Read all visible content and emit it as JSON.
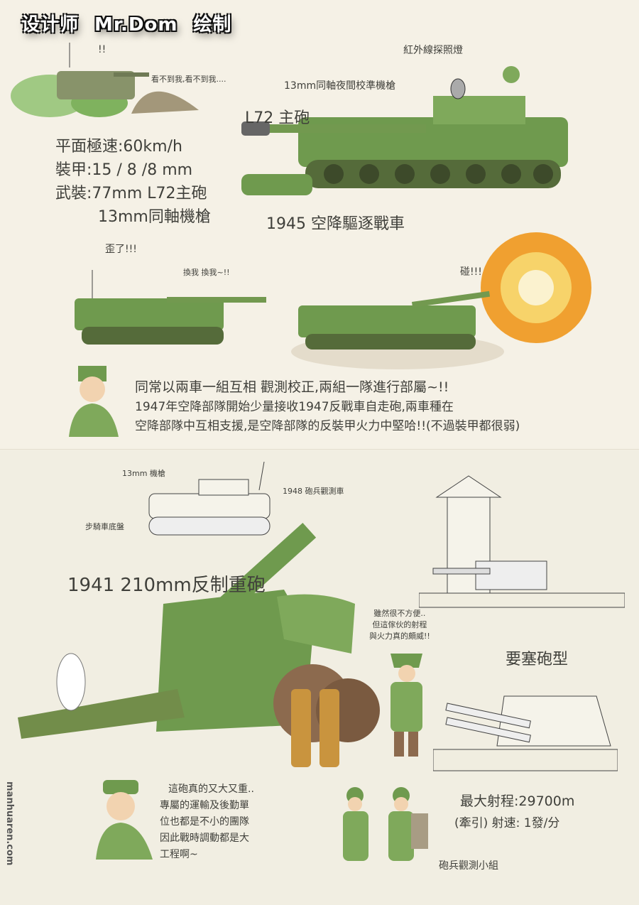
{
  "credit": {
    "designer": "设计师",
    "name": "Mr.Dom",
    "drawn": "绘制"
  },
  "watermark": "manhuaren.com",
  "top": {
    "hidden_tank_exclaim": "!!",
    "hidden_tank_speech": "看不到我,看不到我....",
    "specs": [
      "平面極速:60km/h",
      "裝甲:15 / 8 /8 mm",
      "武裝:77mm L72主砲",
      "13mm同軸機槍"
    ],
    "label_ir": "紅外線探照燈",
    "label_mg": "13mm同軸夜間校準機槍",
    "label_gun": "L72 主砲",
    "title": "1945 空降驅逐戰車",
    "miss_speech": "歪了!!!",
    "swap_speech": "換我 換我~!!",
    "boom": "碰!!!",
    "narration": [
      "同常以兩車一組互相 觀測校正,兩組一隊進行部屬~!!",
      "1947年空降部隊開始少量接收1947反戰車自走砲,兩車種在",
      "空降部隊中互相支援,是空降部隊的反裝甲火力中堅哈!!(不過裝甲都很弱)"
    ]
  },
  "bottom": {
    "label_mg": "13mm 機槍",
    "label_observer": "1948 砲兵觀測車",
    "label_chassis": "步騎車底盤",
    "title": "1941  210mm反制重砲",
    "soldier_speech": [
      "雖然很不方便..",
      "但這傢伙的射程",
      "與火力真的頗威!!"
    ],
    "fortress_label": "要塞砲型",
    "officer_speech": [
      "這砲真的又大又重..",
      "專屬的運輸及後勤單",
      "位也都是不小的團隊",
      "因此戰時調動都是大",
      "工程啊~"
    ],
    "specs": [
      "最大射程:29700m",
      "(牽引) 射速: 1發/分"
    ],
    "team_label": "砲兵觀測小組"
  },
  "colors": {
    "tank_green": "#6f9a4e",
    "fire": "#f0a030",
    "paper": "#f4f0e4"
  }
}
